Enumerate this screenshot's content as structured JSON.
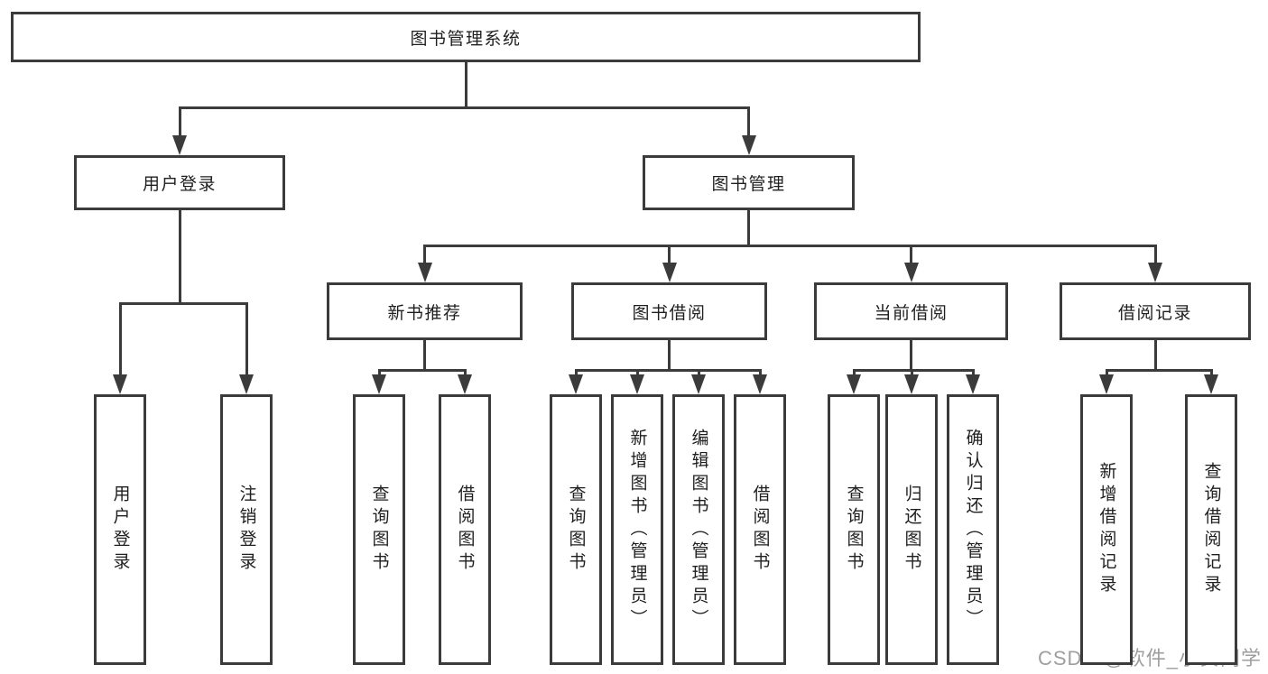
{
  "diagram_title": "图书管理系统",
  "watermark": {
    "text": "CSDN @软件_小贺同学"
  },
  "colors": {
    "line": "#3b3b3b",
    "text": "#1f1f1f",
    "background": "#ffffff",
    "watermark": "#9e9e9e"
  },
  "nodes": [
    {
      "id": "root",
      "label": "图书管理系统",
      "parent": null,
      "orientation": "horizontal"
    },
    {
      "id": "user-login",
      "label": "用户登录",
      "parent": "root",
      "orientation": "horizontal"
    },
    {
      "id": "book-mgmt",
      "label": "图书管理",
      "parent": "root",
      "orientation": "horizontal"
    },
    {
      "id": "login-user-login",
      "label": "用户登录",
      "parent": "user-login",
      "orientation": "vertical"
    },
    {
      "id": "login-logout",
      "label": "注销登录",
      "parent": "user-login",
      "orientation": "vertical"
    },
    {
      "id": "new-book-rec",
      "label": "新书推荐",
      "parent": "book-mgmt",
      "orientation": "horizontal"
    },
    {
      "id": "book-borrow",
      "label": "图书借阅",
      "parent": "book-mgmt",
      "orientation": "horizontal"
    },
    {
      "id": "current-borrow",
      "label": "当前借阅",
      "parent": "book-mgmt",
      "orientation": "horizontal"
    },
    {
      "id": "borrow-records",
      "label": "借阅记录",
      "parent": "book-mgmt",
      "orientation": "horizontal"
    },
    {
      "id": "rec-query-book",
      "label": "查询图书",
      "parent": "new-book-rec",
      "orientation": "vertical"
    },
    {
      "id": "rec-borrow-book",
      "label": "借阅图书",
      "parent": "new-book-rec",
      "orientation": "vertical"
    },
    {
      "id": "bb-query-book",
      "label": "查询图书",
      "parent": "book-borrow",
      "orientation": "vertical"
    },
    {
      "id": "bb-add-book",
      "label": "新增图书（管理员）",
      "parent": "book-borrow",
      "orientation": "vertical"
    },
    {
      "id": "bb-edit-book",
      "label": "编辑图书（管理员）",
      "parent": "book-borrow",
      "orientation": "vertical"
    },
    {
      "id": "bb-borrow-book",
      "label": "借阅图书",
      "parent": "book-borrow",
      "orientation": "vertical"
    },
    {
      "id": "cb-query-book",
      "label": "查询图书",
      "parent": "current-borrow",
      "orientation": "vertical"
    },
    {
      "id": "cb-return-book",
      "label": "归还图书",
      "parent": "current-borrow",
      "orientation": "vertical"
    },
    {
      "id": "cb-confirm-return",
      "label": "确认归还（管理员）",
      "parent": "current-borrow",
      "orientation": "vertical"
    },
    {
      "id": "br-add-record",
      "label": "新增借阅记录",
      "parent": "borrow-records",
      "orientation": "vertical"
    },
    {
      "id": "br-query-record",
      "label": "查询借阅记录",
      "parent": "borrow-records",
      "orientation": "vertical"
    }
  ]
}
